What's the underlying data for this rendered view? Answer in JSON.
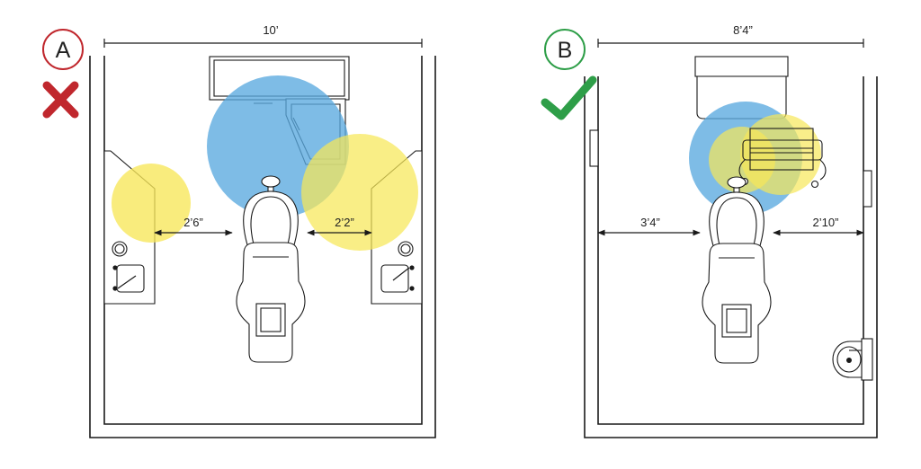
{
  "colors": {
    "reach_zone_blue": "#5aa9df",
    "reach_zone_yellow": "#f7e758",
    "incorrect_red": "#c0272d",
    "correct_green": "#2e9e48",
    "line": "#1a1a1a"
  },
  "layout_a": {
    "badge_letter": "A",
    "verdict_icon": "x-icon",
    "width_label": "10’",
    "left_clearance_label": "2’6”",
    "right_clearance_label": "2’2”"
  },
  "layout_b": {
    "badge_letter": "B",
    "verdict_icon": "checkmark-icon",
    "width_label": "8’4”",
    "left_clearance_label": "3’4”",
    "right_clearance_label": "2’10”"
  }
}
